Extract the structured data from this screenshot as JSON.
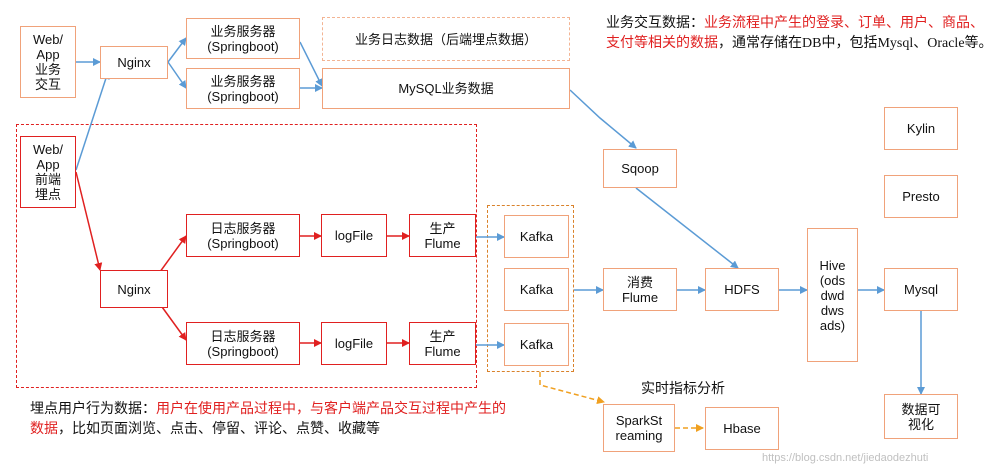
{
  "nodes": {
    "web_app_top": "Web/\nApp\n业务\n交互",
    "nginx_top": "Nginx",
    "biz_server_1": "业务服务器\n(Springboot)",
    "biz_server_2": "业务服务器\n(Springboot)",
    "biz_log": "业务日志数据（后端埋点数据）",
    "mysql_biz": "MySQL业务数据",
    "sqoop": "Sqoop",
    "web_app_front": "Web/\nApp\n前端\n埋点",
    "nginx_bottom": "Nginx",
    "log_server_1": "日志服务器\n(Springboot)",
    "log_server_2": "日志服务器\n(Springboot)",
    "logfile_1": "logFile",
    "logfile_2": "logFile",
    "flume_prod_1": "生产\nFlume",
    "flume_prod_2": "生产\nFlume",
    "kafka_1": "Kafka",
    "kafka_2": "Kafka",
    "kafka_3": "Kafka",
    "flume_cons": "消费\nFlume",
    "hdfs": "HDFS",
    "hive": "Hive\n(ods\ndwd\ndws\nads)",
    "mysql": "Mysql",
    "kylin": "Kylin",
    "presto": "Presto",
    "viz": "数据可\n视化",
    "spark": "SparkSt\nreaming",
    "hbase": "Hbase"
  },
  "labels": {
    "realtime": "实时指标分析"
  },
  "notes": {
    "biz": {
      "prefix": "业务交互数据：",
      "highlight": "业务流程中产生的登录、订单、用户、商品、支付等相关的数据",
      "suffix": "，通常存储在DB中，包括Mysql、Oracle等。"
    },
    "track": {
      "prefix": "埋点用户行为数据：",
      "highlight": "用户在使用产品过程中，与客户端产品交互过程中产生的数据",
      "suffix": "，比如页面浏览、点击、停留、评论、点赞、收藏等"
    }
  },
  "watermark": "https://blog.csdn.net/jiedaodezhuti",
  "colors": {
    "blue_arrow": "#5b9bd5",
    "red_arrow": "#e02020",
    "orange_arrow": "#f0a020",
    "orange_border": "#f0a27a"
  }
}
